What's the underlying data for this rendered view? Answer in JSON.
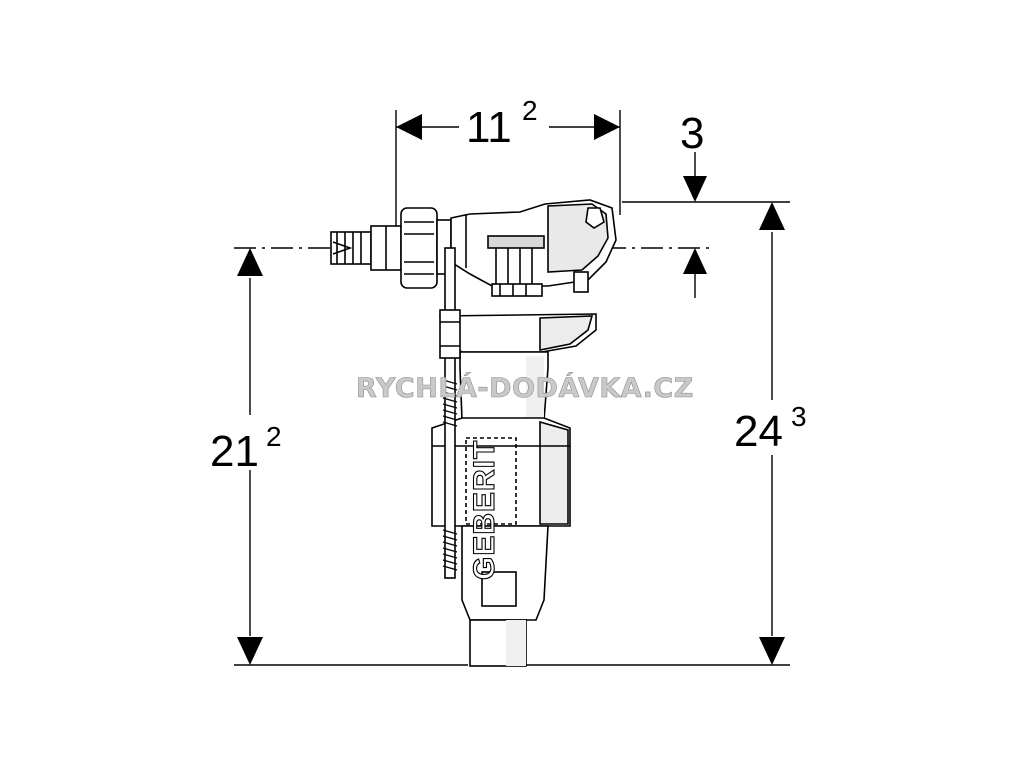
{
  "dimensions": {
    "top_width": {
      "base": "11",
      "sup": "2"
    },
    "offset": {
      "base": "3"
    },
    "left_height": {
      "base": "21",
      "sup": "2"
    },
    "right_height": {
      "base": "24",
      "sup": "3"
    }
  },
  "watermark": {
    "text": "RYCHLÁ-DODÁVKA.CZ"
  },
  "brand": {
    "text": "GEBERIT"
  },
  "colors": {
    "line": "#000000",
    "background": "#ffffff",
    "watermark": "#c9c9c9"
  }
}
